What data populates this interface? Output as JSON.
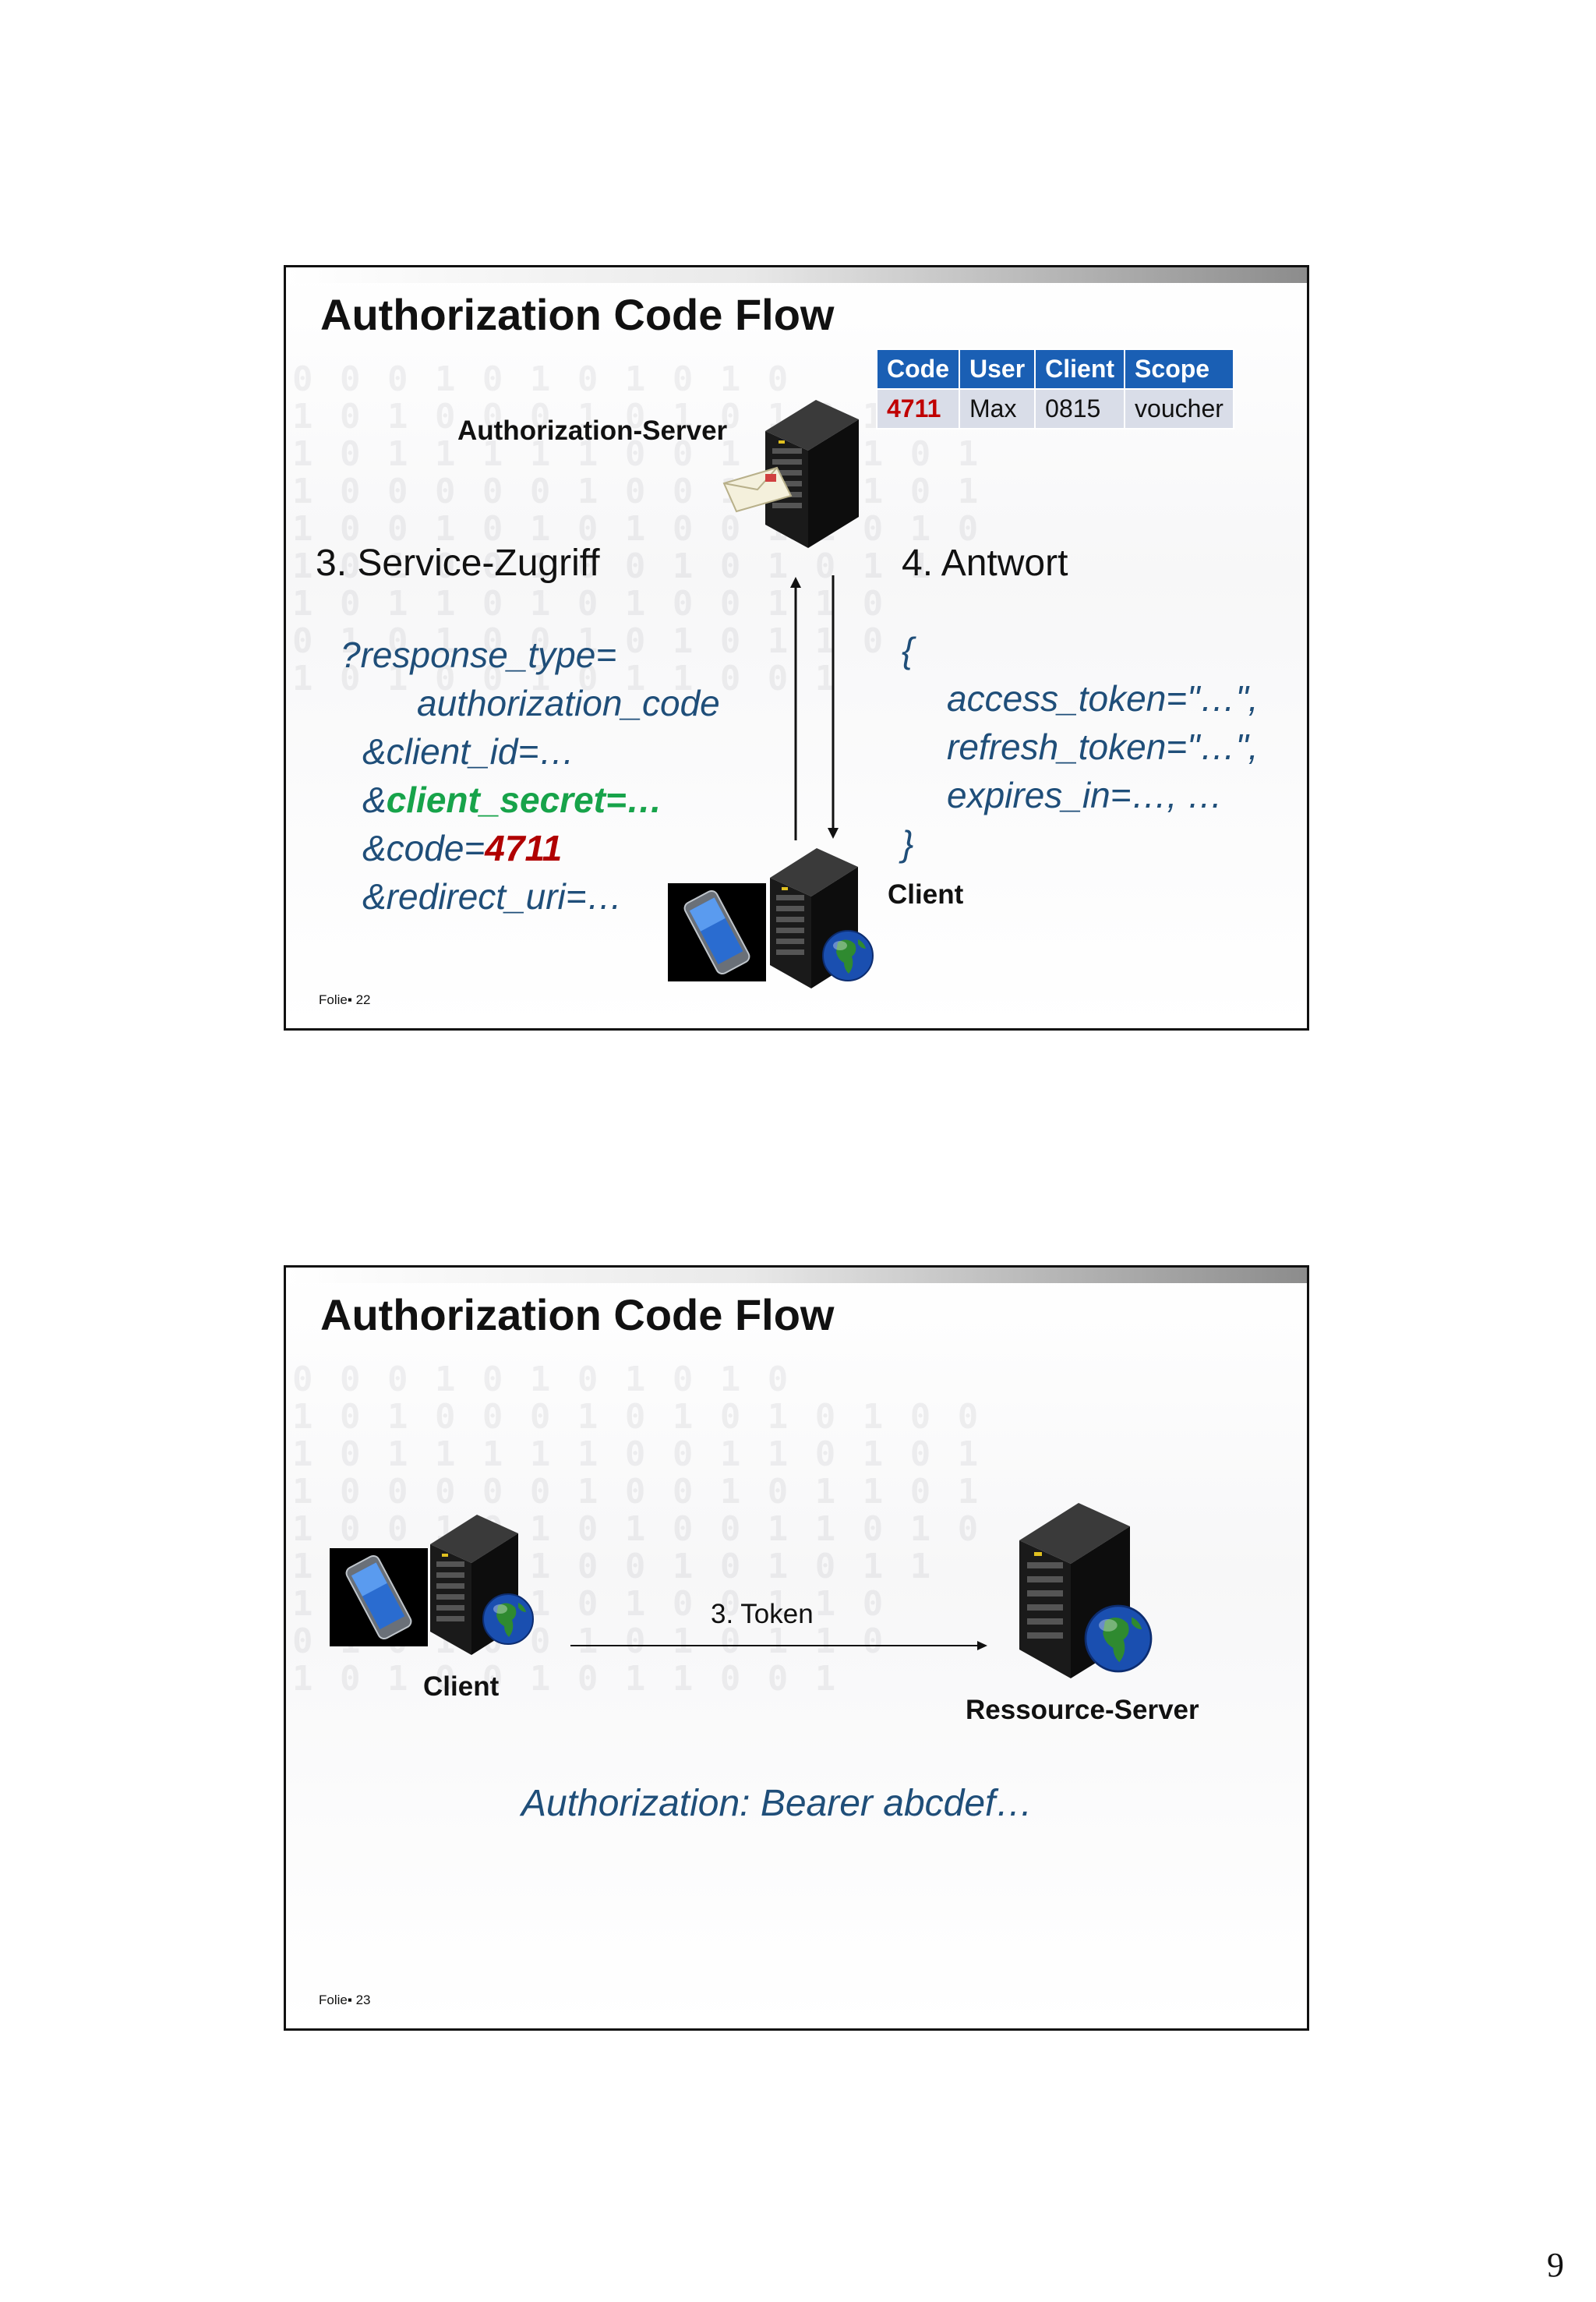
{
  "page_number": "9",
  "slides": [
    {
      "title": "Authorization Code Flow",
      "footer": "Folie▪ 22",
      "auth_server_label": "Authorization-Server",
      "client_label": "Client",
      "step_left": "3. Service-Zugriff",
      "step_right": "4. Antwort",
      "request": {
        "line1": "?response_type=",
        "line2": "authorization_code",
        "line3": "&client_id=…",
        "line4_prefix": "&",
        "line4_secret": "client_secret=…",
        "line5_prefix": "&code=",
        "line5_code": "4711",
        "line6": "&redirect_uri=…"
      },
      "response": {
        "open": "{",
        "line1": "access_token=\"…\",",
        "line2": "refresh_token=\"…\",",
        "line3": "expires_in=…, …",
        "close": "}"
      },
      "table": {
        "headers": [
          "Code",
          "User",
          "Client",
          "Scope"
        ],
        "row": [
          "4711",
          "Max",
          "0815",
          "voucher"
        ]
      }
    },
    {
      "title": "Authorization Code Flow",
      "footer": "Folie▪ 23",
      "client_label": "Client",
      "resource_server_label": "Ressource-Server",
      "arrow_label": "3. Token",
      "header_text": "Authorization: Bearer abcdef…"
    }
  ],
  "colors": {
    "table_header": "#1a5fb4",
    "table_cell": "#d9dde8",
    "code_blue": "#1f4e79",
    "secret_green": "#17a34a",
    "code_red": "#b00000"
  },
  "icons": [
    "server-icon",
    "smartphone-icon",
    "globe-icon",
    "envelope-icon"
  ]
}
